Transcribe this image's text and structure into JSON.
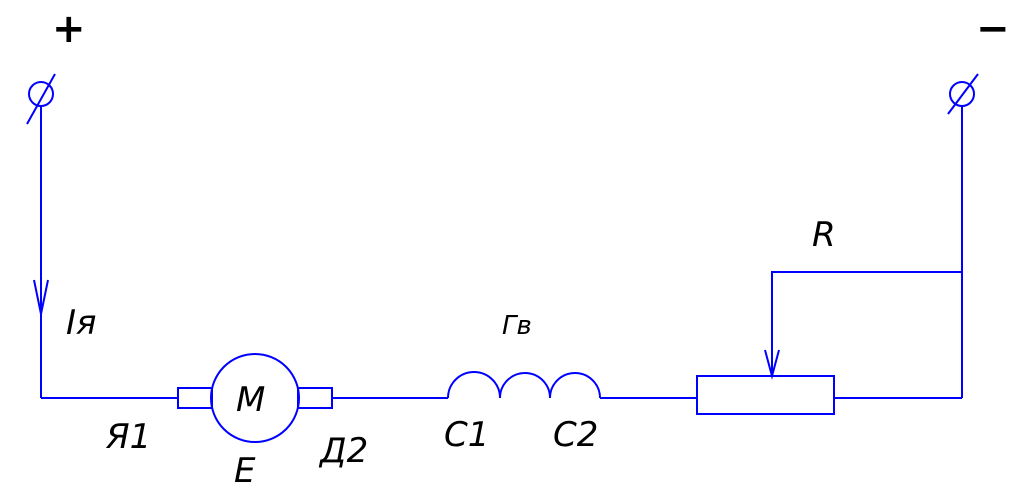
{
  "terminals": {
    "plus": "+",
    "minus": "−"
  },
  "labels": {
    "current": "Iя",
    "motor": "M",
    "emf": "E",
    "anchor_start": "Я1",
    "brush_end": "Д2",
    "field_winding": "Гв",
    "series_start": "С1",
    "series_end": "С2",
    "resistor": "R"
  },
  "colors": {
    "wire": "#0000ff",
    "text": "#000000",
    "background": "#ffffff"
  }
}
